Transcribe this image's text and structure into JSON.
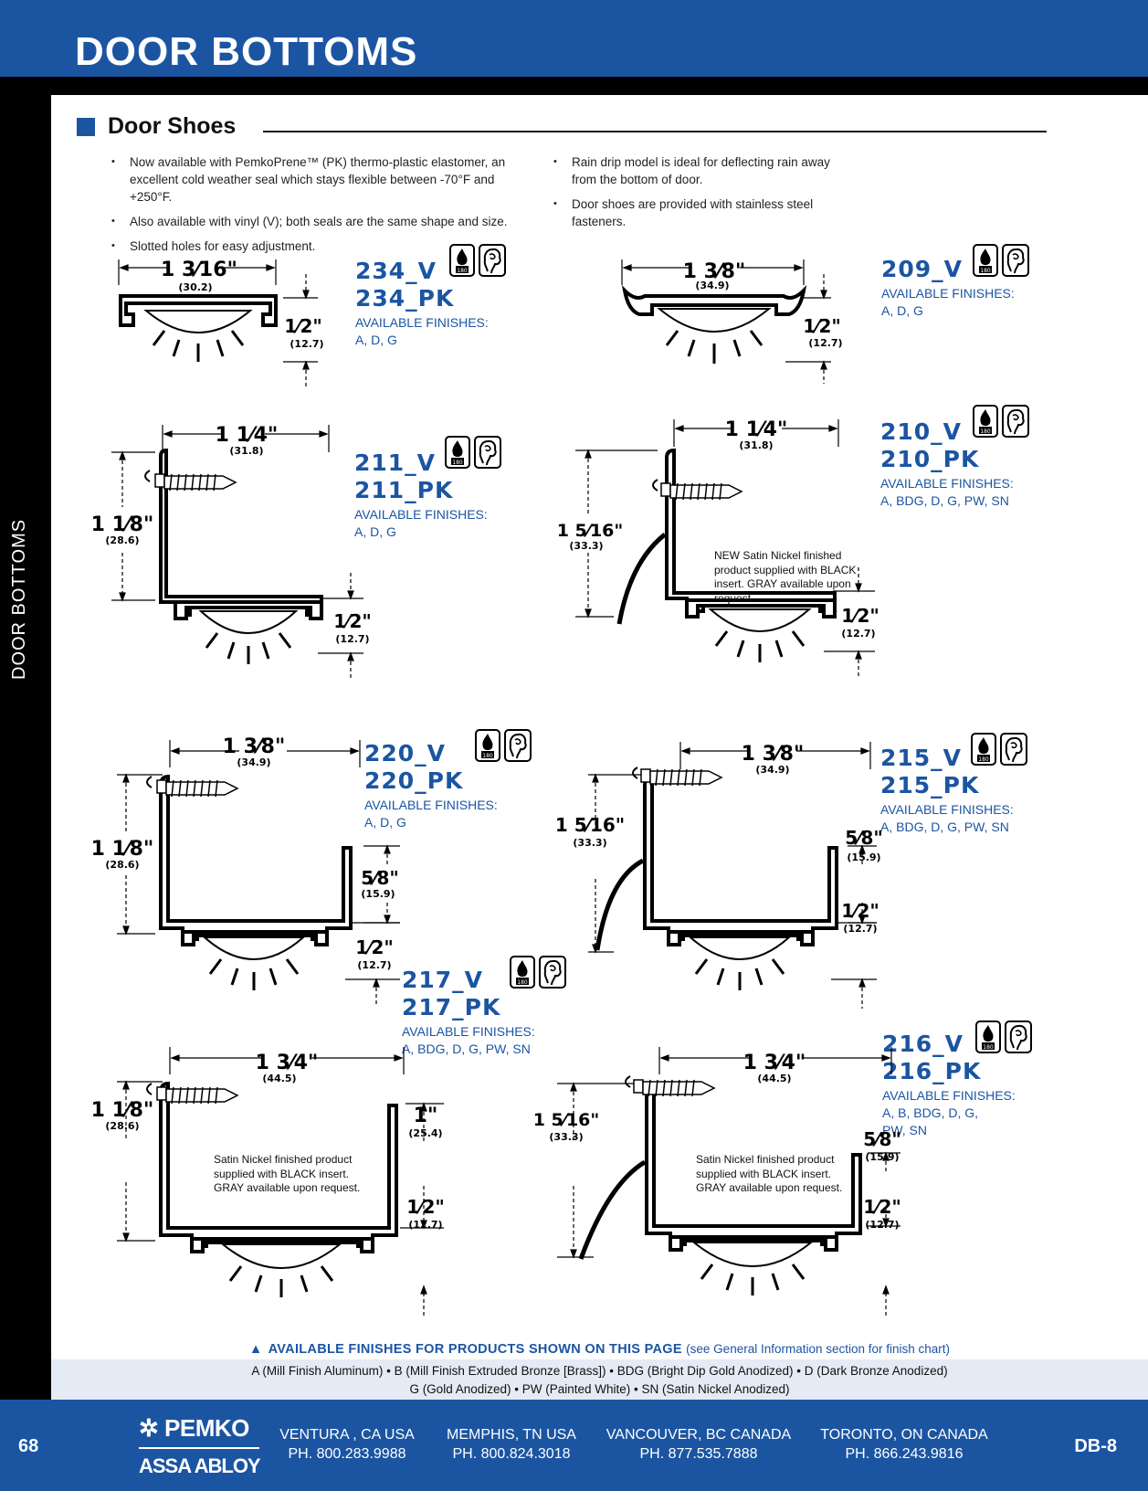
{
  "header": {
    "title": "DOOR BOTTOMS",
    "side_label": "DOOR BOTTOMS"
  },
  "section": {
    "title": "Door Shoes"
  },
  "bullets_left": [
    "Now available with PemkoPrene™ (PK) thermo-plastic elastomer, an excellent cold weather seal which stays flexible between -70°F and +250°F.",
    "Also available with vinyl (V); both seals are the same shape and size.",
    "Slotted holes for easy adjustment."
  ],
  "bullets_right": [
    "Rain drip model is ideal for deflecting rain away from the bottom of door.",
    "Door shoes are provided with stainless steel fasteners."
  ],
  "finishes_label": "AVAILABLE FINISHES:",
  "products": {
    "p234": {
      "models": [
        "234_V",
        "234_PK"
      ],
      "finishes": "A, D, G",
      "width": "1 3⁄16\"",
      "width_mm": "(30.2)",
      "seal": "1⁄2\"",
      "seal_mm": "(12.7)"
    },
    "p209": {
      "models": [
        "209_V"
      ],
      "finishes": "A, D, G",
      "width": "1 3⁄8\"",
      "width_mm": "(34.9)",
      "seal": "1⁄2\"",
      "seal_mm": "(12.7)"
    },
    "p211": {
      "models": [
        "211_V",
        "211_PK"
      ],
      "finishes": "A, D, G",
      "width": "1 1⁄4\"",
      "width_mm": "(31.8)",
      "height": "1 1⁄8\"",
      "height_mm": "(28.6)",
      "seal": "1⁄2\"",
      "seal_mm": "(12.7)"
    },
    "p210": {
      "models": [
        "210_V",
        "210_PK"
      ],
      "finishes": "A, BDG, D, G, PW, SN",
      "width": "1 1⁄4\"",
      "width_mm": "(31.8)",
      "height": "1 5⁄16\"",
      "height_mm": "(33.3)",
      "seal": "1⁄2\"",
      "seal_mm": "(12.7)",
      "note": "NEW Satin Nickel finished product supplied with BLACK insert. GRAY available upon request."
    },
    "p220": {
      "models": [
        "220_V",
        "220_PK"
      ],
      "finishes": "A, D, G",
      "width": "1 3⁄8\"",
      "width_mm": "(34.9)",
      "height": "1 1⁄8\"",
      "height_mm": "(28.6)",
      "flange": "5⁄8\"",
      "flange_mm": "(15.9)",
      "seal": "1⁄2\"",
      "seal_mm": "(12.7)"
    },
    "p215": {
      "models": [
        "215_V",
        "215_PK"
      ],
      "finishes": "A, BDG, D, G, PW, SN",
      "width": "1 3⁄8\"",
      "width_mm": "(34.9)",
      "height": "1 5⁄16\"",
      "height_mm": "(33.3)",
      "flange": "5⁄8\"",
      "flange_mm": "(15.9)",
      "seal": "1⁄2\"",
      "seal_mm": "(12.7)"
    },
    "p217": {
      "models": [
        "217_V",
        "217_PK"
      ],
      "finishes": "A, BDG, D, G, PW, SN",
      "width": "1 3⁄4\"",
      "width_mm": "(44.5)",
      "height": "1 1⁄8\"",
      "height_mm": "(28.6)",
      "flange": "1\"",
      "flange_mm": "(25.4)",
      "seal": "1⁄2\"",
      "seal_mm": "(12.7)",
      "note": "Satin Nickel finished product supplied with BLACK insert. GRAY available upon request."
    },
    "p216": {
      "models": [
        "216_V",
        "216_PK"
      ],
      "finishes": "A, B, BDG, D, G, PW, SN",
      "width": "1 3⁄4\"",
      "width_mm": "(44.5)",
      "height": "1 5⁄16\"",
      "height_mm": "(33.3)",
      "flange": "5⁄8\"",
      "flange_mm": "(15.9)",
      "seal": "1⁄2\"",
      "seal_mm": "(12.7)",
      "note": "Satin Nickel finished product supplied with BLACK insert. GRAY available upon request."
    }
  },
  "finishes_banner": {
    "title": "AVAILABLE FINISHES FOR PRODUCTS SHOWN ON THIS PAGE",
    "subtitle": "(see General Information section for finish chart)",
    "line1": "A (Mill Finish Aluminum) • B (Mill Finish Extruded Bronze [Brass]) • BDG (Bright Dip Gold Anodized) • D (Dark Bronze Anodized)",
    "line2": "G (Gold Anodized) • PW (Painted White) • SN (Satin Nickel Anodized)"
  },
  "footer": {
    "page_number": "68",
    "page_code": "DB-8",
    "logo_top": "PEMKO",
    "logo_bottom": "ASSA ABLOY",
    "offices": [
      {
        "city": "VENTURA , CA USA",
        "phone": "PH. 800.283.9988"
      },
      {
        "city": "MEMPHIS, TN USA",
        "phone": "PH. 800.824.3018"
      },
      {
        "city": "VANCOUVER, BC CANADA",
        "phone": "PH. 877.535.7888"
      },
      {
        "city": "TORONTO, ON CANADA",
        "phone": "PH. 866.243.9816"
      }
    ]
  },
  "colors": {
    "brand_blue": "#1b55a2",
    "band_gray": "#e4ebf4"
  },
  "icons": [
    "flame-rating-icon",
    "smoke-rating-icon",
    "sawtooth-screw-icon"
  ]
}
